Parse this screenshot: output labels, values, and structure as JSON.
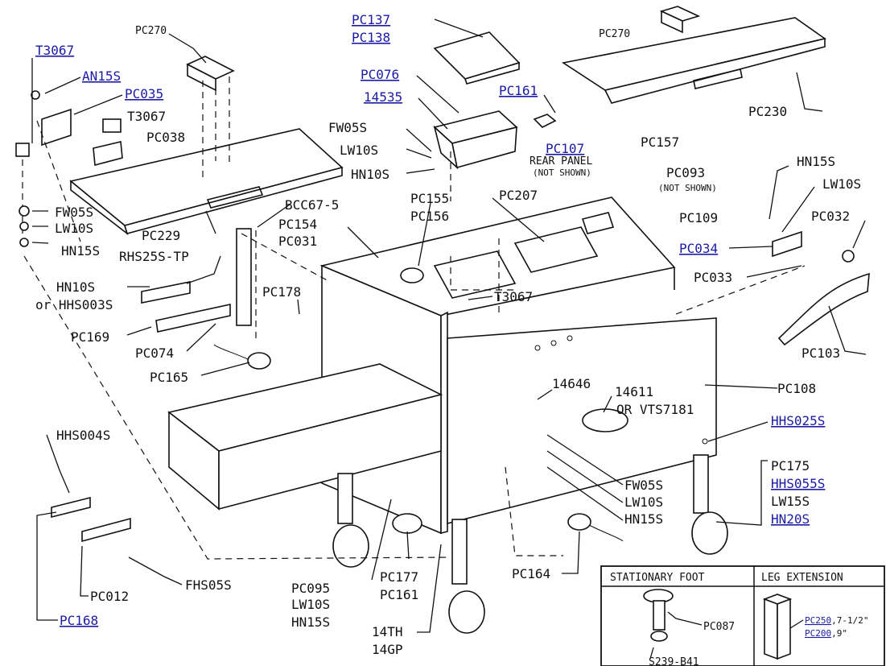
{
  "labels": {
    "T3067_top": "T3067",
    "AN15S": "AN15S",
    "PC035": "PC035",
    "T3067_mid": "T3067",
    "PC038": "PC038",
    "PC270_left": "PC270",
    "PC137": "PC137",
    "PC138": "PC138",
    "PC076": "PC076",
    "14535": "14535",
    "PC161_top": "PC161",
    "FW05S_top": "FW05S",
    "LW10S_top": "LW10S",
    "HN10S_top": "HN10S",
    "PC107": "PC107",
    "rear_panel": "REAR PANEL",
    "not_shown_1": "(NOT SHOWN)",
    "PC157": "PC157",
    "PC093": "PC093",
    "not_shown_2": "(NOT SHOWN)",
    "PC270_right": "PC270",
    "PC230": "PC230",
    "HN15S_right": "HN15S",
    "LW10S_right": "LW10S",
    "PC032": "PC032",
    "PC109": "PC109",
    "PC034": "PC034",
    "PC033": "PC033",
    "PC103": "PC103",
    "FW05S_left": "FW05S",
    "LW10S_left": "LW10S",
    "HN15S_left": "HN15S",
    "PC229": "PC229",
    "BCC67_5": "BCC67-5",
    "PC154": "PC154",
    "PC031": "PC031",
    "PC155": "PC155",
    "PC156": "PC156",
    "PC207": "PC207",
    "RHS25S_TP": "RHS25S-TP",
    "HN10S_left": "HN10S",
    "or_HHS003S": "or HHS003S",
    "PC178": "PC178",
    "T3067_body": "T3067",
    "PC169": "PC169",
    "PC074": "PC074",
    "PC165": "PC165",
    "14646": "14646",
    "14611": "14611",
    "or_VTS7181": "OR VTS7181",
    "PC108": "PC108",
    "HHS025S": "HHS025S",
    "HHS004S": "HHS004S",
    "FW05S_low": "FW05S",
    "LW10S_low": "LW10S",
    "HN15S_low": "HN15S",
    "PC175": "PC175",
    "HHS055S": "HHS055S",
    "LW15S": "LW15S",
    "HN20S": "HN20S",
    "PC012": "PC012",
    "FHS05S": "FHS05S",
    "PC168": "PC168",
    "PC095": "PC095",
    "LW10S_bot": "LW10S",
    "HN15S_bot": "HN15S",
    "PC177": "PC177",
    "PC161_bot": "PC161",
    "14TH": "14TH",
    "14GP": "14GP",
    "PC164": "PC164"
  },
  "inset": {
    "stationary_title": "STATIONARY FOOT",
    "leg_title": "LEG EXTENSION",
    "PC087": "PC087",
    "S239_B41": "S239-B41",
    "PC250": "PC250",
    "PC250_size": ",7-1/2\"",
    "PC200": "PC200",
    "PC200_size": ",9\""
  },
  "colors": {
    "link": "#1a1aa6",
    "ink": "#111111",
    "background": "#ffffff"
  }
}
